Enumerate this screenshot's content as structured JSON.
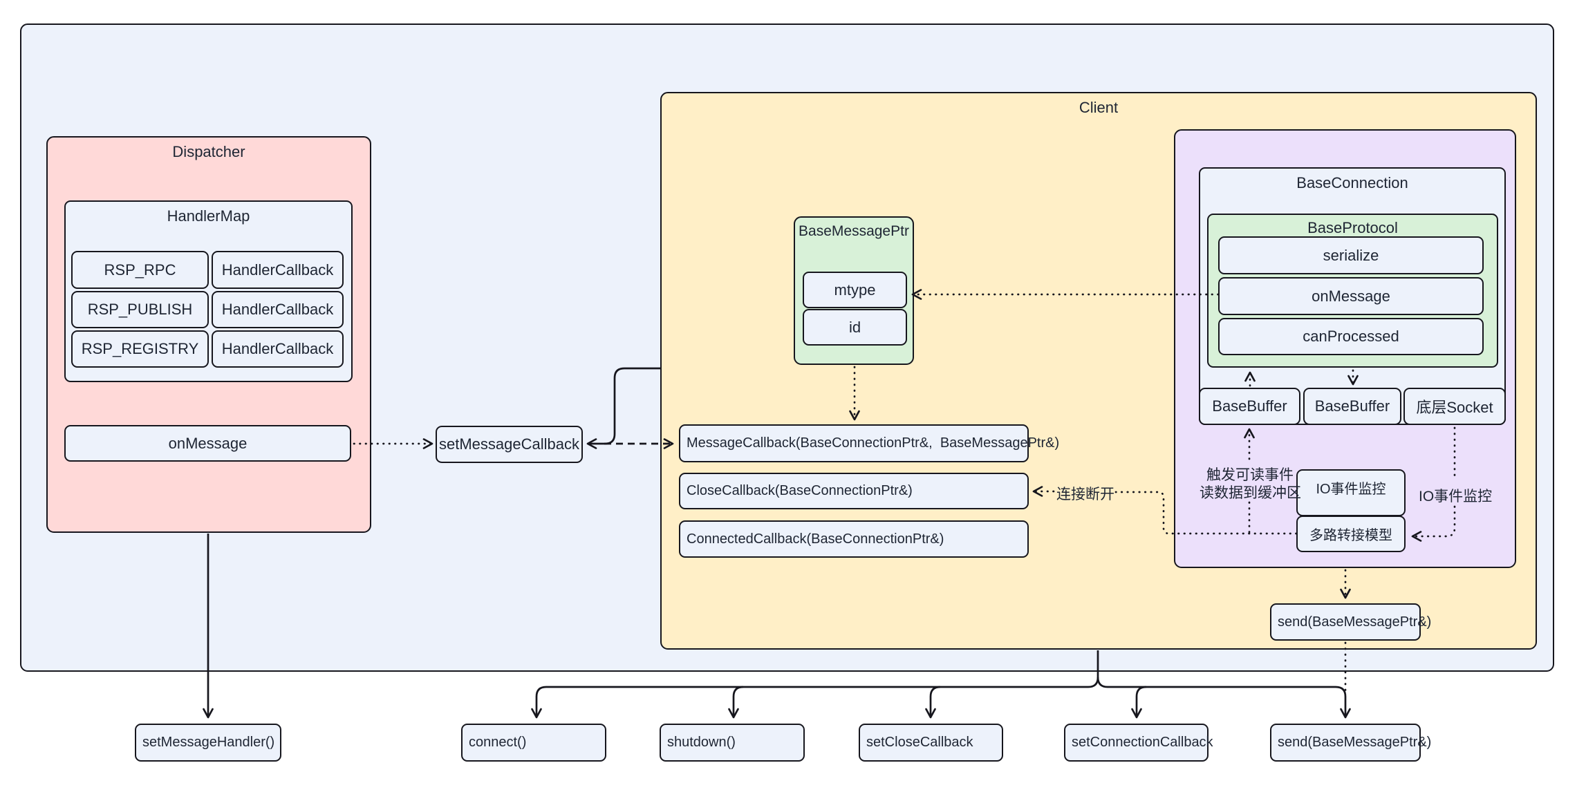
{
  "diagram": {
    "dispatcher": {
      "title": "Dispatcher",
      "handler_map": {
        "title": "HandlerMap",
        "rows": [
          {
            "key": "RSP_RPC",
            "value": "HandlerCallback"
          },
          {
            "key": "RSP_PUBLISH",
            "value": "HandlerCallback"
          },
          {
            "key": "RSP_REGISTRY",
            "value": "HandlerCallback"
          }
        ]
      },
      "on_message": "onMessage"
    },
    "set_message_callback": "setMessageCallback",
    "client": {
      "title": "Client",
      "base_message_ptr": {
        "title": "BaseMessagePtr",
        "fields": [
          "mtype",
          "id"
        ]
      },
      "callbacks": [
        "MessageCallback(BaseConnectionPtr&,  BaseMessagePtr&)",
        "CloseCallback(BaseConnectionPtr&)",
        "ConnectedCallback(BaseConnectionPtr&)"
      ],
      "base_connection": {
        "title": "BaseConnection",
        "base_protocol": {
          "title": "BaseProtocol",
          "methods": [
            "serialize",
            "onMessage",
            "canProcessed"
          ]
        },
        "footer": [
          "BaseBuffer",
          "BaseBuffer",
          "底层Socket"
        ]
      },
      "multiplexer": {
        "monitor": "IO事件监控",
        "model": "多路转接模型"
      },
      "send": "send(BaseMessagePtr&)"
    },
    "annotations": {
      "disconnect": "连接断开",
      "readable_line1": "触发可读事件",
      "readable_line2": "读数据到缓冲区",
      "io_monitor": "IO事件监控"
    },
    "api": [
      "setMessageHandler()",
      "connect()",
      "shutdown()",
      "setCloseCallback",
      "setConnectionCallback",
      "send(BaseMessagePtr&)"
    ],
    "colors": {
      "canvas_fill": "#edf2fb",
      "dispatcher_fill": "#ffd9d8",
      "client_fill": "#ffefc7",
      "connection_fill": "#ece0fb",
      "protocol_fill": "#d8f1d8",
      "node_fill": "#edf2fb",
      "stroke": "#16161d"
    }
  }
}
